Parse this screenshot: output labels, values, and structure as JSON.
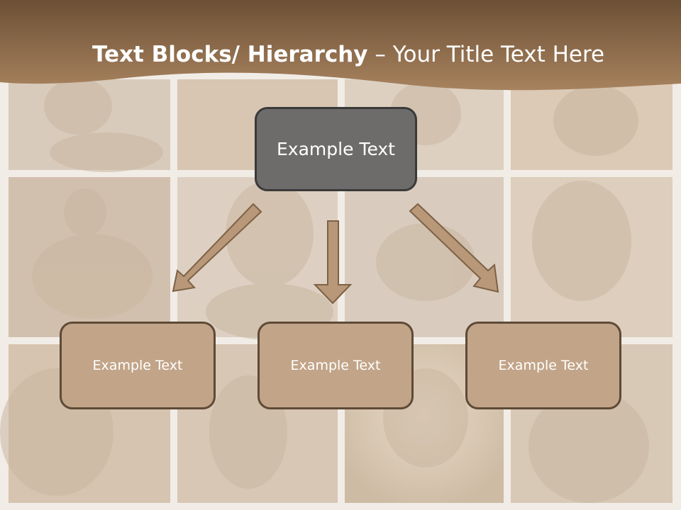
{
  "slide": {
    "title_bold": "Text Blocks/ Hierarchy",
    "title_rest": "– Your Title Text Here"
  },
  "diagram": {
    "top_node": "Example Text",
    "child_nodes": [
      "Example Text",
      "Example Text",
      "Example Text"
    ]
  },
  "colors": {
    "header_band": "#8f6a49",
    "top_node_fill": "#6e6c6b",
    "child_node_fill": "#c2a488",
    "arrow_fill": "#b89878"
  }
}
